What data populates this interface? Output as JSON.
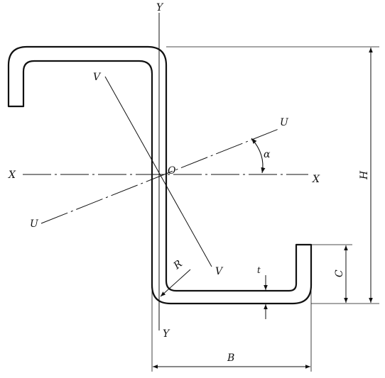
{
  "labels": {
    "y_top": "Y",
    "y_bottom": "Y",
    "x_left": "X",
    "x_right": "X",
    "u_top": "U",
    "u_bottom": "U",
    "v_top": "V",
    "v_bottom": "V",
    "origin": "O",
    "alpha": "α",
    "height": "H",
    "width": "B",
    "lip": "C",
    "thickness": "t",
    "radius": "R"
  },
  "colors": {
    "stroke": "#111111",
    "background": "#ffffff"
  }
}
